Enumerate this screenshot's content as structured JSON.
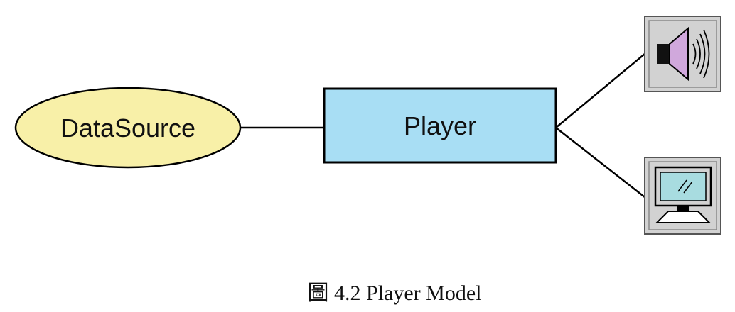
{
  "diagram": {
    "nodes": {
      "datasource": {
        "label": "DataSource"
      },
      "player": {
        "label": "Player"
      }
    },
    "devices": {
      "speaker": {
        "icon": "speaker-icon"
      },
      "monitor": {
        "icon": "monitor-icon"
      }
    },
    "colors": {
      "datasource_fill": "#f8f0a8",
      "player_fill": "#a8def4",
      "device_frame": "#d2d2d2",
      "speaker_cone": "#d0a8dc",
      "monitor_screen": "#a8dce0",
      "line": "#000000"
    }
  },
  "caption": {
    "text": "圖 4.2 Player Model"
  }
}
